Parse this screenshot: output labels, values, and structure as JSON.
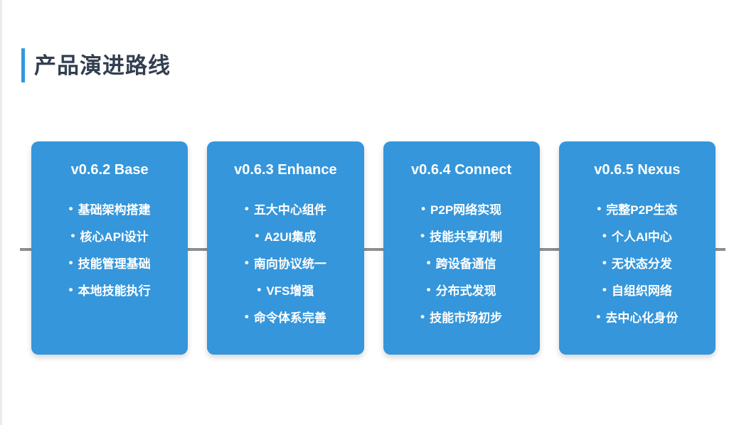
{
  "page": {
    "title": "产品演进路线"
  },
  "colors": {
    "card_blue": "#3596db",
    "accent_blue": "#2e9ade",
    "title_text": "#333f50",
    "timeline_gray": "#8a8f92",
    "card_text": "#ffffff",
    "background": "#ffffff"
  },
  "timeline": {
    "bullet_char": "•",
    "cards": [
      {
        "version": "v0.6.2 Base",
        "items": [
          "基础架构搭建",
          "核心API设计",
          "技能管理基础",
          "本地技能执行"
        ]
      },
      {
        "version": "v0.6.3 Enhance",
        "items": [
          "五大中心组件",
          "A2UI集成",
          "南向协议统一",
          "VFS增强",
          "命令体系完善"
        ]
      },
      {
        "version": "v0.6.4 Connect",
        "items": [
          "P2P网络实现",
          "技能共享机制",
          "跨设备通信",
          "分布式发现",
          "技能市场初步"
        ]
      },
      {
        "version": "v0.6.5 Nexus",
        "items": [
          "完整P2P生态",
          "个人AI中心",
          "无状态分发",
          "自组织网络",
          "去中心化身份"
        ]
      }
    ]
  }
}
